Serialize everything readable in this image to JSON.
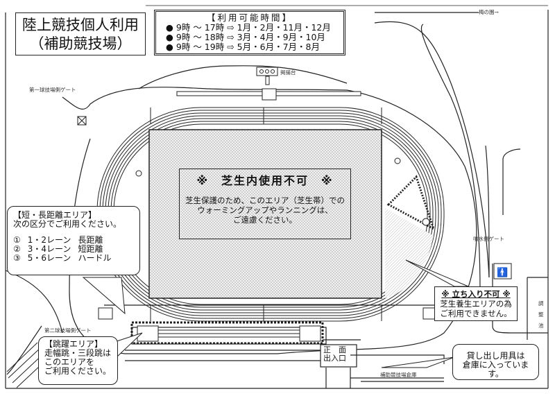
{
  "title": {
    "line1": "陸上競技個人利用",
    "line2": "（補助競技場）"
  },
  "hours": {
    "heading": "【利用可能時間】",
    "rows": [
      {
        "bullet": "●",
        "time": "9時 ～ 17時",
        "arrow": "⇨",
        "months": "1月・2月・11月・12月"
      },
      {
        "bullet": "●",
        "time": "9時 ～ 18時",
        "arrow": "⇨",
        "months": "3月・4月・9月・10月"
      },
      {
        "bullet": "●",
        "time": "9時 ～ 19時",
        "arrow": "⇨",
        "months": "5月・6月・7月・8月"
      }
    ]
  },
  "labels": {
    "ume": "梅の園→",
    "flagstand": "掲揚台",
    "gate1": "第一球技場側ゲート",
    "gate2": "第二球技場側ゲート",
    "fountain_gate": "噴水側ゲート",
    "pond": "調整池",
    "storage": "補助競技場倉庫",
    "main_entrance_1": "正　面",
    "main_entrance_2": "出入口"
  },
  "notice": {
    "heading": "※　芝生内使用不可　※",
    "lines": [
      "芝生保護のため、このエリア（芝生帯）での",
      "ウォーミングアップやランニングは、",
      "ご遠慮ください。"
    ]
  },
  "lanes_callout": {
    "heading": "【短・長距離エリア】",
    "intro": "次の区分でご利用ください。",
    "rows": [
      {
        "num": "①",
        "lanes": "1・2レーン",
        "use": "長距離"
      },
      {
        "num": "②",
        "lanes": "3・4レーン",
        "use": "短距離"
      },
      {
        "num": "③",
        "lanes": "5・6レーン",
        "use": "ハードル"
      }
    ]
  },
  "jump_callout": {
    "lines": [
      "【跳躍エリア】",
      "走幅跳・三段跳は",
      "このエリアを",
      "ご利用ください。"
    ]
  },
  "keepout_callout": {
    "heading": "※ 立ち入り不可 ※",
    "lines": [
      "芝生養生エリアの為",
      "ご利用できません。"
    ]
  },
  "equipment_callout": {
    "lines": [
      "貸し出し用具は",
      "倉庫に入っています。"
    ]
  },
  "colors": {
    "line": "#222222",
    "field_dots": "#bbbbbb"
  }
}
